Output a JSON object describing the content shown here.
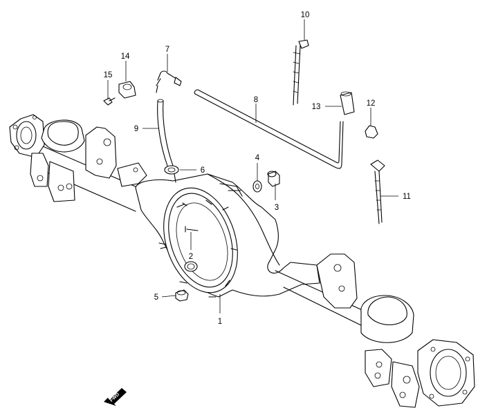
{
  "callouts": [
    {
      "id": "p1",
      "label": "1"
    },
    {
      "id": "p2",
      "label": "2"
    },
    {
      "id": "p3",
      "label": "3"
    },
    {
      "id": "p4",
      "label": "4"
    },
    {
      "id": "p5",
      "label": "5"
    },
    {
      "id": "p6",
      "label": "6"
    },
    {
      "id": "p7",
      "label": "7"
    },
    {
      "id": "p8",
      "label": "8"
    },
    {
      "id": "p9",
      "label": "9"
    },
    {
      "id": "p10",
      "label": "10"
    },
    {
      "id": "p11",
      "label": "11"
    },
    {
      "id": "p12",
      "label": "12"
    },
    {
      "id": "p13",
      "label": "13"
    },
    {
      "id": "p14",
      "label": "14"
    },
    {
      "id": "p15",
      "label": "15"
    }
  ],
  "fwd_badge": {
    "label": "FWD"
  }
}
